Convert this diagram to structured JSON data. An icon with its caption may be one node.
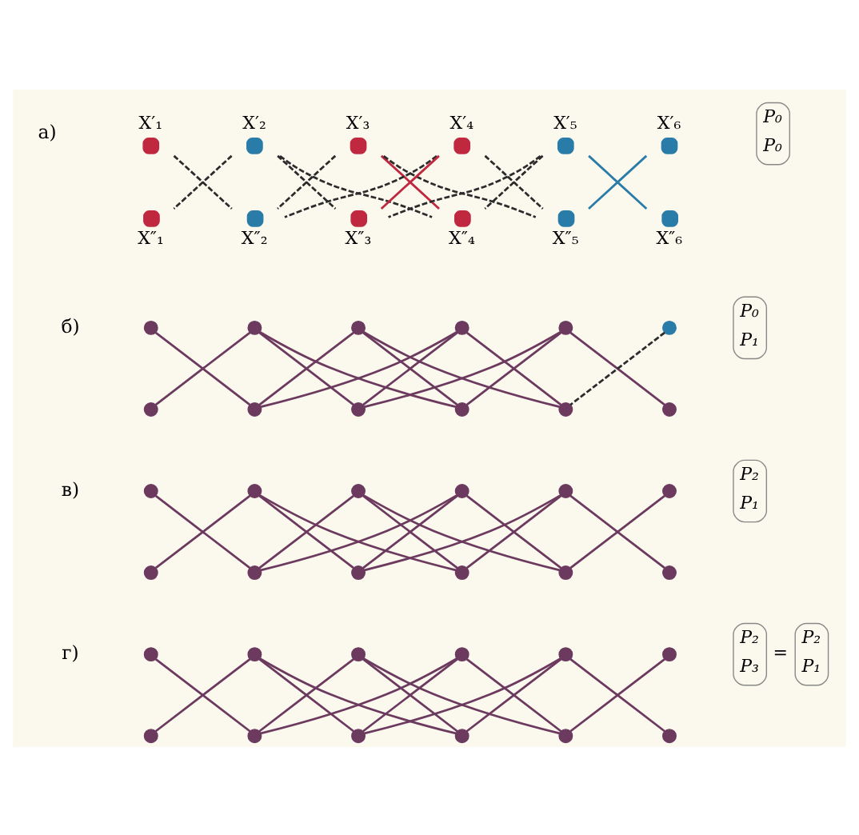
{
  "diagram": {
    "nodes": [
      {
        "text": [],
        "shape": "circle",
        "beside": [
          "X′₁"
        ]
      },
      {
        "text": [],
        "shape": "circle",
        "beside": [
          "X′₂"
        ]
      },
      {
        "text": [],
        "shape": "circle",
        "beside": [
          "X′₃"
        ]
      },
      {
        "text": [],
        "shape": "circle",
        "beside": [
          "X′₄"
        ]
      },
      {
        "text": [],
        "shape": "circle",
        "beside": [
          "X′₅"
        ]
      },
      {
        "text": [],
        "shape": "circle",
        "beside": [
          "X′₆"
        ]
      },
      {
        "text": [],
        "shape": "circle",
        "beside": [
          "X″₁"
        ]
      },
      {
        "text": [],
        "shape": "circle",
        "beside": [
          "X″₂"
        ]
      },
      {
        "text": [],
        "shape": "circle",
        "beside": [
          "X″₃"
        ]
      },
      {
        "text": [],
        "shape": "circle",
        "beside": [
          "X″₄"
        ]
      },
      {
        "text": [],
        "shape": "circle",
        "beside": [
          "X″₅"
        ]
      },
      {
        "text": [],
        "shape": "circle",
        "beside": [
          "X″₆"
        ]
      },
      {
        "text": [],
        "shape": "circle"
      },
      {
        "text": [],
        "shape": "circle"
      },
      {
        "text": [],
        "shape": "circle"
      },
      {
        "text": [],
        "shape": "circle"
      },
      {
        "text": [],
        "shape": "circle"
      },
      {
        "text": [],
        "shape": "circle"
      },
      {
        "text": [],
        "shape": "circle"
      },
      {
        "text": [],
        "shape": "circle"
      },
      {
        "text": [],
        "shape": "circle"
      },
      {
        "text": [],
        "shape": "circle"
      },
      {
        "text": [],
        "shape": "circle"
      },
      {
        "text": [],
        "shape": "circle"
      },
      {
        "text": [],
        "shape": "circle"
      },
      {
        "text": [],
        "shape": "circle"
      },
      {
        "text": [],
        "shape": "circle"
      },
      {
        "text": [],
        "shape": "circle"
      },
      {
        "text": [],
        "shape": "circle"
      },
      {
        "text": [],
        "shape": "circle"
      },
      {
        "text": [],
        "shape": "circle"
      },
      {
        "text": [],
        "shape": "circle"
      },
      {
        "text": [],
        "shape": "circle"
      },
      {
        "text": [],
        "shape": "circle"
      },
      {
        "text": [],
        "shape": "circle"
      },
      {
        "text": [],
        "shape": "circle"
      },
      {
        "text": [],
        "shape": "circle"
      },
      {
        "text": [],
        "shape": "circle"
      },
      {
        "text": [],
        "shape": "circle"
      },
      {
        "text": [],
        "shape": "circle"
      },
      {
        "text": [],
        "shape": "circle"
      },
      {
        "text": [],
        "shape": "circle"
      },
      {
        "text": [],
        "shape": "circle"
      },
      {
        "text": [],
        "shape": "circle"
      },
      {
        "text": [],
        "shape": "circle"
      },
      {
        "text": [],
        "shape": "circle"
      },
      {
        "text": [],
        "shape": "circle"
      },
      {
        "text": [],
        "shape": "circle"
      }
    ],
    "edges": [
      {
        "from": 0,
        "to": 7,
        "arrow": "none",
        "style": "dashed",
        "color": "#2b2b2b"
      },
      {
        "from": 1,
        "to": 6,
        "arrow": "none",
        "style": "dashed",
        "color": "#2b2b2b"
      },
      {
        "from": 1,
        "to": 8,
        "arrow": "none",
        "style": "dashed",
        "color": "#2b2b2b"
      },
      {
        "from": 2,
        "to": 7,
        "arrow": "none",
        "style": "dashed",
        "color": "#2b2b2b"
      },
      {
        "from": 1,
        "to": 9,
        "arrow": "none",
        "style": "dashed",
        "color": "#2b2b2b"
      },
      {
        "from": 3,
        "to": 7,
        "arrow": "none",
        "style": "dashed",
        "color": "#2b2b2b"
      },
      {
        "from": 2,
        "to": 9,
        "arrow": "none",
        "color": "#c0283f"
      },
      {
        "from": 3,
        "to": 8,
        "arrow": "none",
        "color": "#c0283f"
      },
      {
        "from": 2,
        "to": 10,
        "arrow": "none",
        "style": "dashed",
        "color": "#2b2b2b"
      },
      {
        "from": 4,
        "to": 8,
        "arrow": "none",
        "style": "dashed",
        "color": "#2b2b2b"
      },
      {
        "from": 3,
        "to": 10,
        "arrow": "none",
        "style": "dashed",
        "color": "#2b2b2b"
      },
      {
        "from": 4,
        "to": 9,
        "arrow": "none",
        "style": "dashed",
        "color": "#2b2b2b"
      },
      {
        "from": 4,
        "to": 11,
        "arrow": "none",
        "color": "#2a7ca8"
      },
      {
        "from": 5,
        "to": 10,
        "arrow": "none",
        "color": "#2a7ca8"
      },
      {
        "from": 12,
        "to": 19,
        "arrow": "none"
      },
      {
        "from": 13,
        "to": 18,
        "arrow": "none"
      },
      {
        "from": 13,
        "to": 20,
        "arrow": "none"
      },
      {
        "from": 14,
        "to": 19,
        "arrow": "none"
      },
      {
        "from": 13,
        "to": 21,
        "arrow": "none"
      },
      {
        "from": 15,
        "to": 19,
        "arrow": "none"
      },
      {
        "from": 14,
        "to": 21,
        "arrow": "none"
      },
      {
        "from": 15,
        "to": 20,
        "arrow": "none"
      },
      {
        "from": 14,
        "to": 22,
        "arrow": "none"
      },
      {
        "from": 16,
        "to": 20,
        "arrow": "none"
      },
      {
        "from": 15,
        "to": 22,
        "arrow": "none"
      },
      {
        "from": 16,
        "to": 21,
        "arrow": "none"
      },
      {
        "from": 16,
        "to": 23,
        "arrow": "none"
      },
      {
        "from": 17,
        "to": 22,
        "arrow": "none",
        "style": "dashed",
        "color": "#2b2b2b"
      },
      {
        "from": 24,
        "to": 31,
        "arrow": "none"
      },
      {
        "from": 25,
        "to": 30,
        "arrow": "none"
      },
      {
        "from": 25,
        "to": 32,
        "arrow": "none"
      },
      {
        "from": 26,
        "to": 31,
        "arrow": "none"
      },
      {
        "from": 25,
        "to": 33,
        "arrow": "none"
      },
      {
        "from": 27,
        "to": 31,
        "arrow": "none"
      },
      {
        "from": 26,
        "to": 33,
        "arrow": "none"
      },
      {
        "from": 27,
        "to": 32,
        "arrow": "none"
      },
      {
        "from": 26,
        "to": 34,
        "arrow": "none"
      },
      {
        "from": 28,
        "to": 32,
        "arrow": "none"
      },
      {
        "from": 27,
        "to": 34,
        "arrow": "none"
      },
      {
        "from": 28,
        "to": 33,
        "arrow": "none"
      },
      {
        "from": 28,
        "to": 35,
        "arrow": "none"
      },
      {
        "from": 29,
        "to": 34,
        "arrow": "none"
      },
      {
        "from": 36,
        "to": 43,
        "arrow": "none"
      },
      {
        "from": 37,
        "to": 42,
        "arrow": "none"
      },
      {
        "from": 37,
        "to": 44,
        "arrow": "none"
      },
      {
        "from": 38,
        "to": 43,
        "arrow": "none"
      },
      {
        "from": 37,
        "to": 45,
        "arrow": "none"
      },
      {
        "from": 39,
        "to": 43,
        "arrow": "none"
      },
      {
        "from": 38,
        "to": 45,
        "arrow": "none"
      },
      {
        "from": 39,
        "to": 44,
        "arrow": "none"
      },
      {
        "from": 38,
        "to": 46,
        "arrow": "none"
      },
      {
        "from": 40,
        "to": 44,
        "arrow": "none"
      },
      {
        "from": 39,
        "to": 46,
        "arrow": "none"
      },
      {
        "from": 40,
        "to": 45,
        "arrow": "none"
      },
      {
        "from": 40,
        "to": 47,
        "arrow": "none"
      },
      {
        "from": 41,
        "to": 46,
        "arrow": "none"
      }
    ],
    "labels": [
      "а)",
      "P₀",
      "P₀",
      "б)",
      "P₀",
      "P₁",
      "в)",
      "P₂",
      "P₁",
      "г)",
      "P₂",
      "P₃",
      "=",
      "P₂",
      "P₁"
    ]
  }
}
